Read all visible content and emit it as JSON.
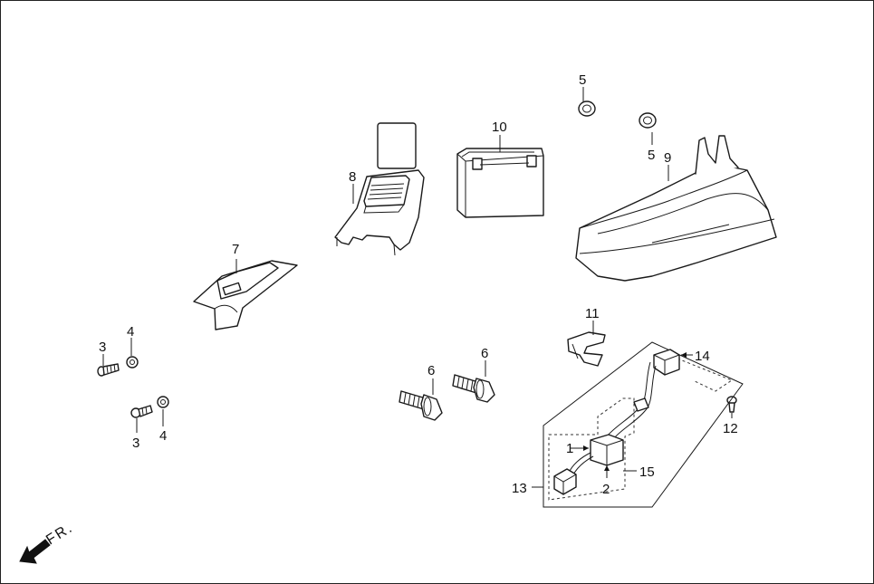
{
  "direction_label": "FR.",
  "callouts": {
    "c1": "1",
    "c2": "2",
    "c3a": "3",
    "c3b": "3",
    "c4a": "4",
    "c4b": "4",
    "c5a": "5",
    "c5b": "5",
    "c6a": "6",
    "c6b": "6",
    "c7": "7",
    "c8": "8",
    "c9": "9",
    "c10": "10",
    "c11": "11",
    "c12": "12",
    "c13": "13",
    "c14": "14",
    "c15": "15"
  }
}
